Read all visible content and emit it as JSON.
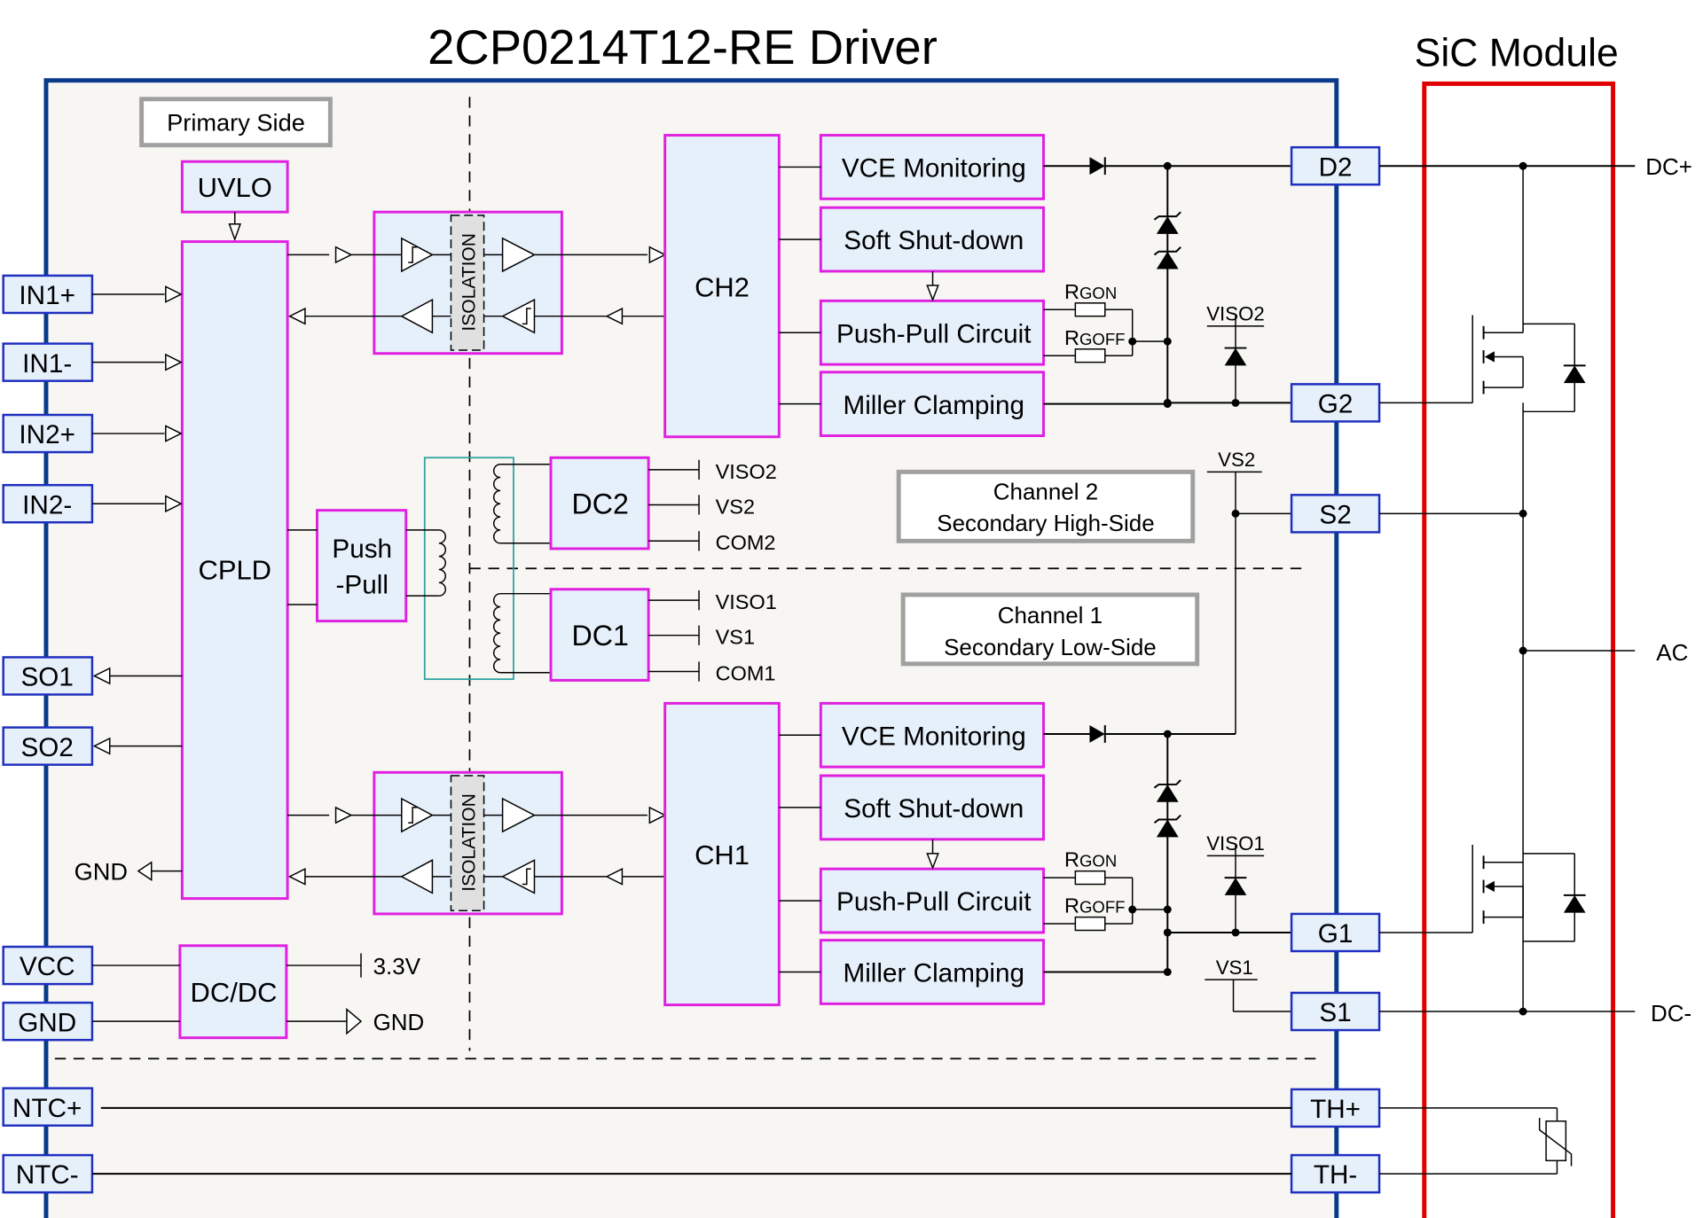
{
  "title": "2CP0214T12-RE Driver",
  "module_title": "SiC Module",
  "colors": {
    "driver_border": "#0a3a8a",
    "driver_fill": "#f7f6f2",
    "module_border": "#e00000",
    "block_border": "#e020e0",
    "block_fill": "#e6f0fb",
    "pin_border": "#1f2fbf",
    "transformer_border": "#2aa0a0",
    "note_border": "#a0a0a0"
  },
  "notes": {
    "primary": "Primary Side",
    "ch2_line1": "Channel 2",
    "ch2_line2": "Secondary  High-Side",
    "ch1_line1": "Channel 1",
    "ch1_line2": "Secondary  Low-Side"
  },
  "left_pins": [
    "IN1+",
    "IN1-",
    "IN2+",
    "IN2-",
    "SO1",
    "SO2",
    "VCC",
    "GND",
    "NTC+",
    "NTC-"
  ],
  "right_pins": [
    "D2",
    "G2",
    "S2",
    "G1",
    "S1",
    "TH+",
    "TH-"
  ],
  "blocks": {
    "uvlo": "UVLO",
    "cpld": "CPLD",
    "pushpull_primary_l1": "Push",
    "pushpull_primary_l2": "-Pull",
    "dcdc": "DC/DC",
    "dc2": "DC2",
    "dc1": "DC1",
    "ch2": "CH2",
    "ch1": "CH1",
    "isolation": "ISOLATION"
  },
  "channel_blocks": [
    "VCE Monitoring",
    "Soft Shut-down",
    "Push-Pull Circuit",
    "Miller Clamping"
  ],
  "rails": {
    "dc2": [
      "VISO2",
      "VS2",
      "COM2"
    ],
    "dc1": [
      "VISO1",
      "VS1",
      "COM1"
    ]
  },
  "labels": {
    "gnd_cpld": "GND",
    "v33": "3.3V",
    "gnd_dcdc": "GND",
    "rgon": "RGON",
    "rgoff": "RGOFF",
    "r_prefix": "R",
    "rgon_sub": "GON",
    "rgoff_sub": "GOFF",
    "viso2": "VISO2",
    "viso1": "VISO1",
    "vs2": "VS2",
    "vs1": "VS1",
    "dc_plus": "DC+",
    "dc_minus": "DC-",
    "ac": "AC"
  }
}
